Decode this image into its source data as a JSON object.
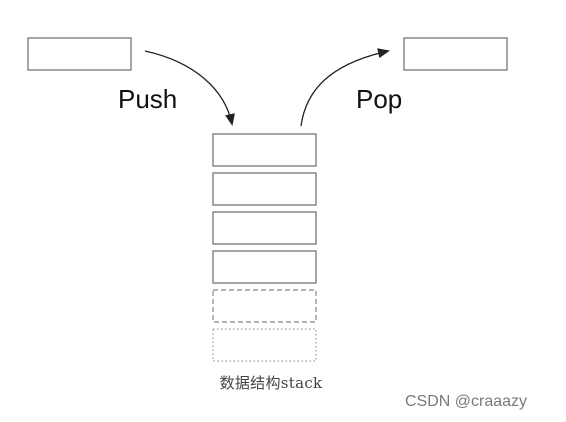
{
  "labels": {
    "push": "Push",
    "pop": "Pop"
  },
  "caption": "数据结构stack",
  "watermark": "CSDN @craaazy",
  "stack": {
    "solid_slots": 4,
    "dashed_slots": 1,
    "dotted_slots": 1
  },
  "colors": {
    "stroke": "#777777",
    "arrow": "#222222",
    "label": "#111111"
  }
}
